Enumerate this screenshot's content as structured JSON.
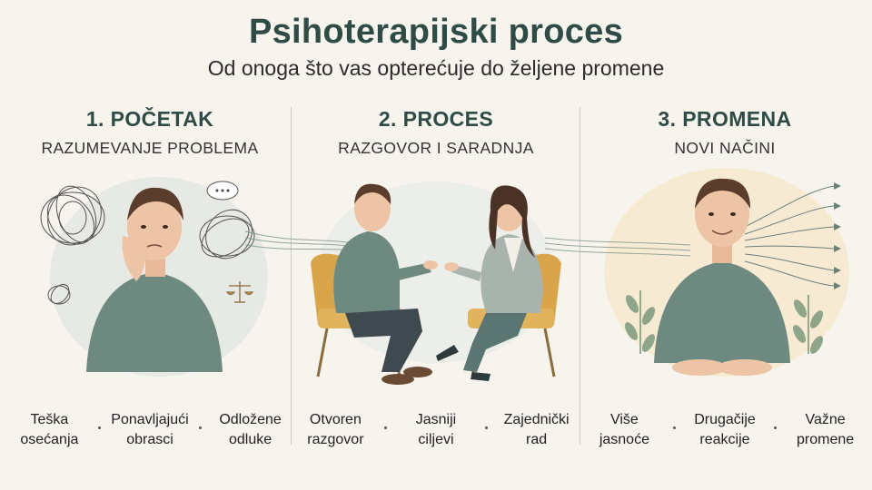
{
  "header": {
    "title": "Psihoterapijski proces",
    "subtitle": "Od onoga što vas opterećuje do željene promene"
  },
  "columns": [
    {
      "step": "1. POČETAK",
      "subtitle": "RAZUMEVANJE PROBLEMA",
      "items": [
        {
          "line1": "Teška",
          "line2": "osećanja"
        },
        {
          "line1": "Ponavljajući",
          "line2": "obrasci"
        },
        {
          "line1": "Odložene",
          "line2": "odluke"
        }
      ]
    },
    {
      "step": "2. PROCES",
      "subtitle": "RAZGOVOR I SARADNJA",
      "items": [
        {
          "line1": "Otvoren",
          "line2": "razgovor"
        },
        {
          "line1": "Jasniji",
          "line2": "ciljevi"
        },
        {
          "line1": "Zajednički",
          "line2": "rad"
        }
      ]
    },
    {
      "step": "3. PROMENA",
      "subtitle": "NOVI NAČINI",
      "items": [
        {
          "line1": "Više",
          "line2": "jasnoće"
        },
        {
          "line1": "Drugačije",
          "line2": "reakcije"
        },
        {
          "line1": "Važne",
          "line2": "promene"
        }
      ]
    }
  ],
  "colors": {
    "title": "#2f4b46",
    "sweater": "#6e8a80",
    "chair": "#d9a54a",
    "background": "#f7f4ee"
  }
}
